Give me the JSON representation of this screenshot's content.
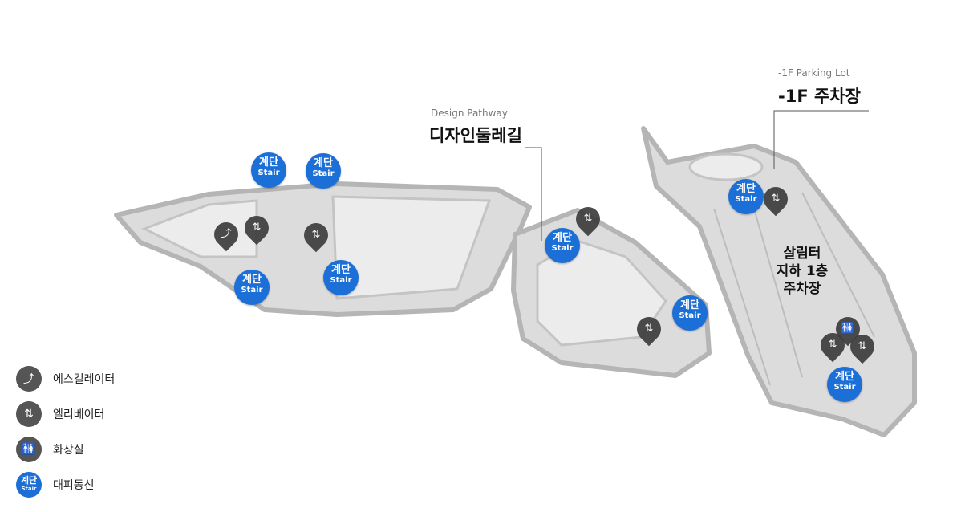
{
  "labels": {
    "design_pathway_en": "Design Pathway",
    "design_pathway_ko": "디자인둘레길",
    "parking_en": "-1F Parking Lot",
    "parking_ko": "-1F 주차장",
    "center_line1": "살림터",
    "center_line2": "지하 1층",
    "center_line3": "주차장"
  },
  "stair": {
    "ko": "계단",
    "en": "Stair"
  },
  "icons": {
    "escalator": "escalator-icon",
    "elevator": "elevator-icon",
    "restroom": "restroom-icon"
  },
  "legend": [
    {
      "icon": "escalator-icon",
      "label": "에스컬레이터"
    },
    {
      "icon": "elevator-icon",
      "label": "엘리베이터"
    },
    {
      "icon": "restroom-icon",
      "label": "화장실"
    },
    {
      "icon": "stair-icon",
      "label": "대피동선",
      "icon_ko": "계단",
      "icon_en": "Stair"
    }
  ],
  "colors": {
    "stair": "#1b6fd6",
    "pin": "#3d3d3d",
    "floor": "#d9d9d9"
  }
}
